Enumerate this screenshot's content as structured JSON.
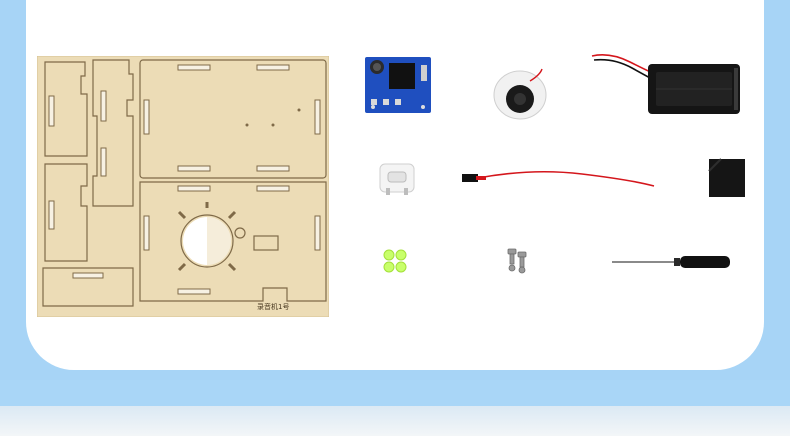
{
  "board_stamp": "录音机1号",
  "colors": {
    "background": "#a7d4f6",
    "card": "#ffffff",
    "wood": "#ecdcb6",
    "wood_line": "#7f6a48",
    "pcb": "#1f4fbf",
    "led": "#c8ff6a",
    "wire_red": "#d4161c",
    "black_part": "#151515"
  },
  "items": [
    "laser-cut-wood-panel",
    "recording-module-board",
    "speaker",
    "battery-box",
    "switch",
    "red-jumper-wire",
    "black-foam-pad",
    "green-cross-connectors",
    "screws-and-nuts",
    "screwdriver"
  ]
}
